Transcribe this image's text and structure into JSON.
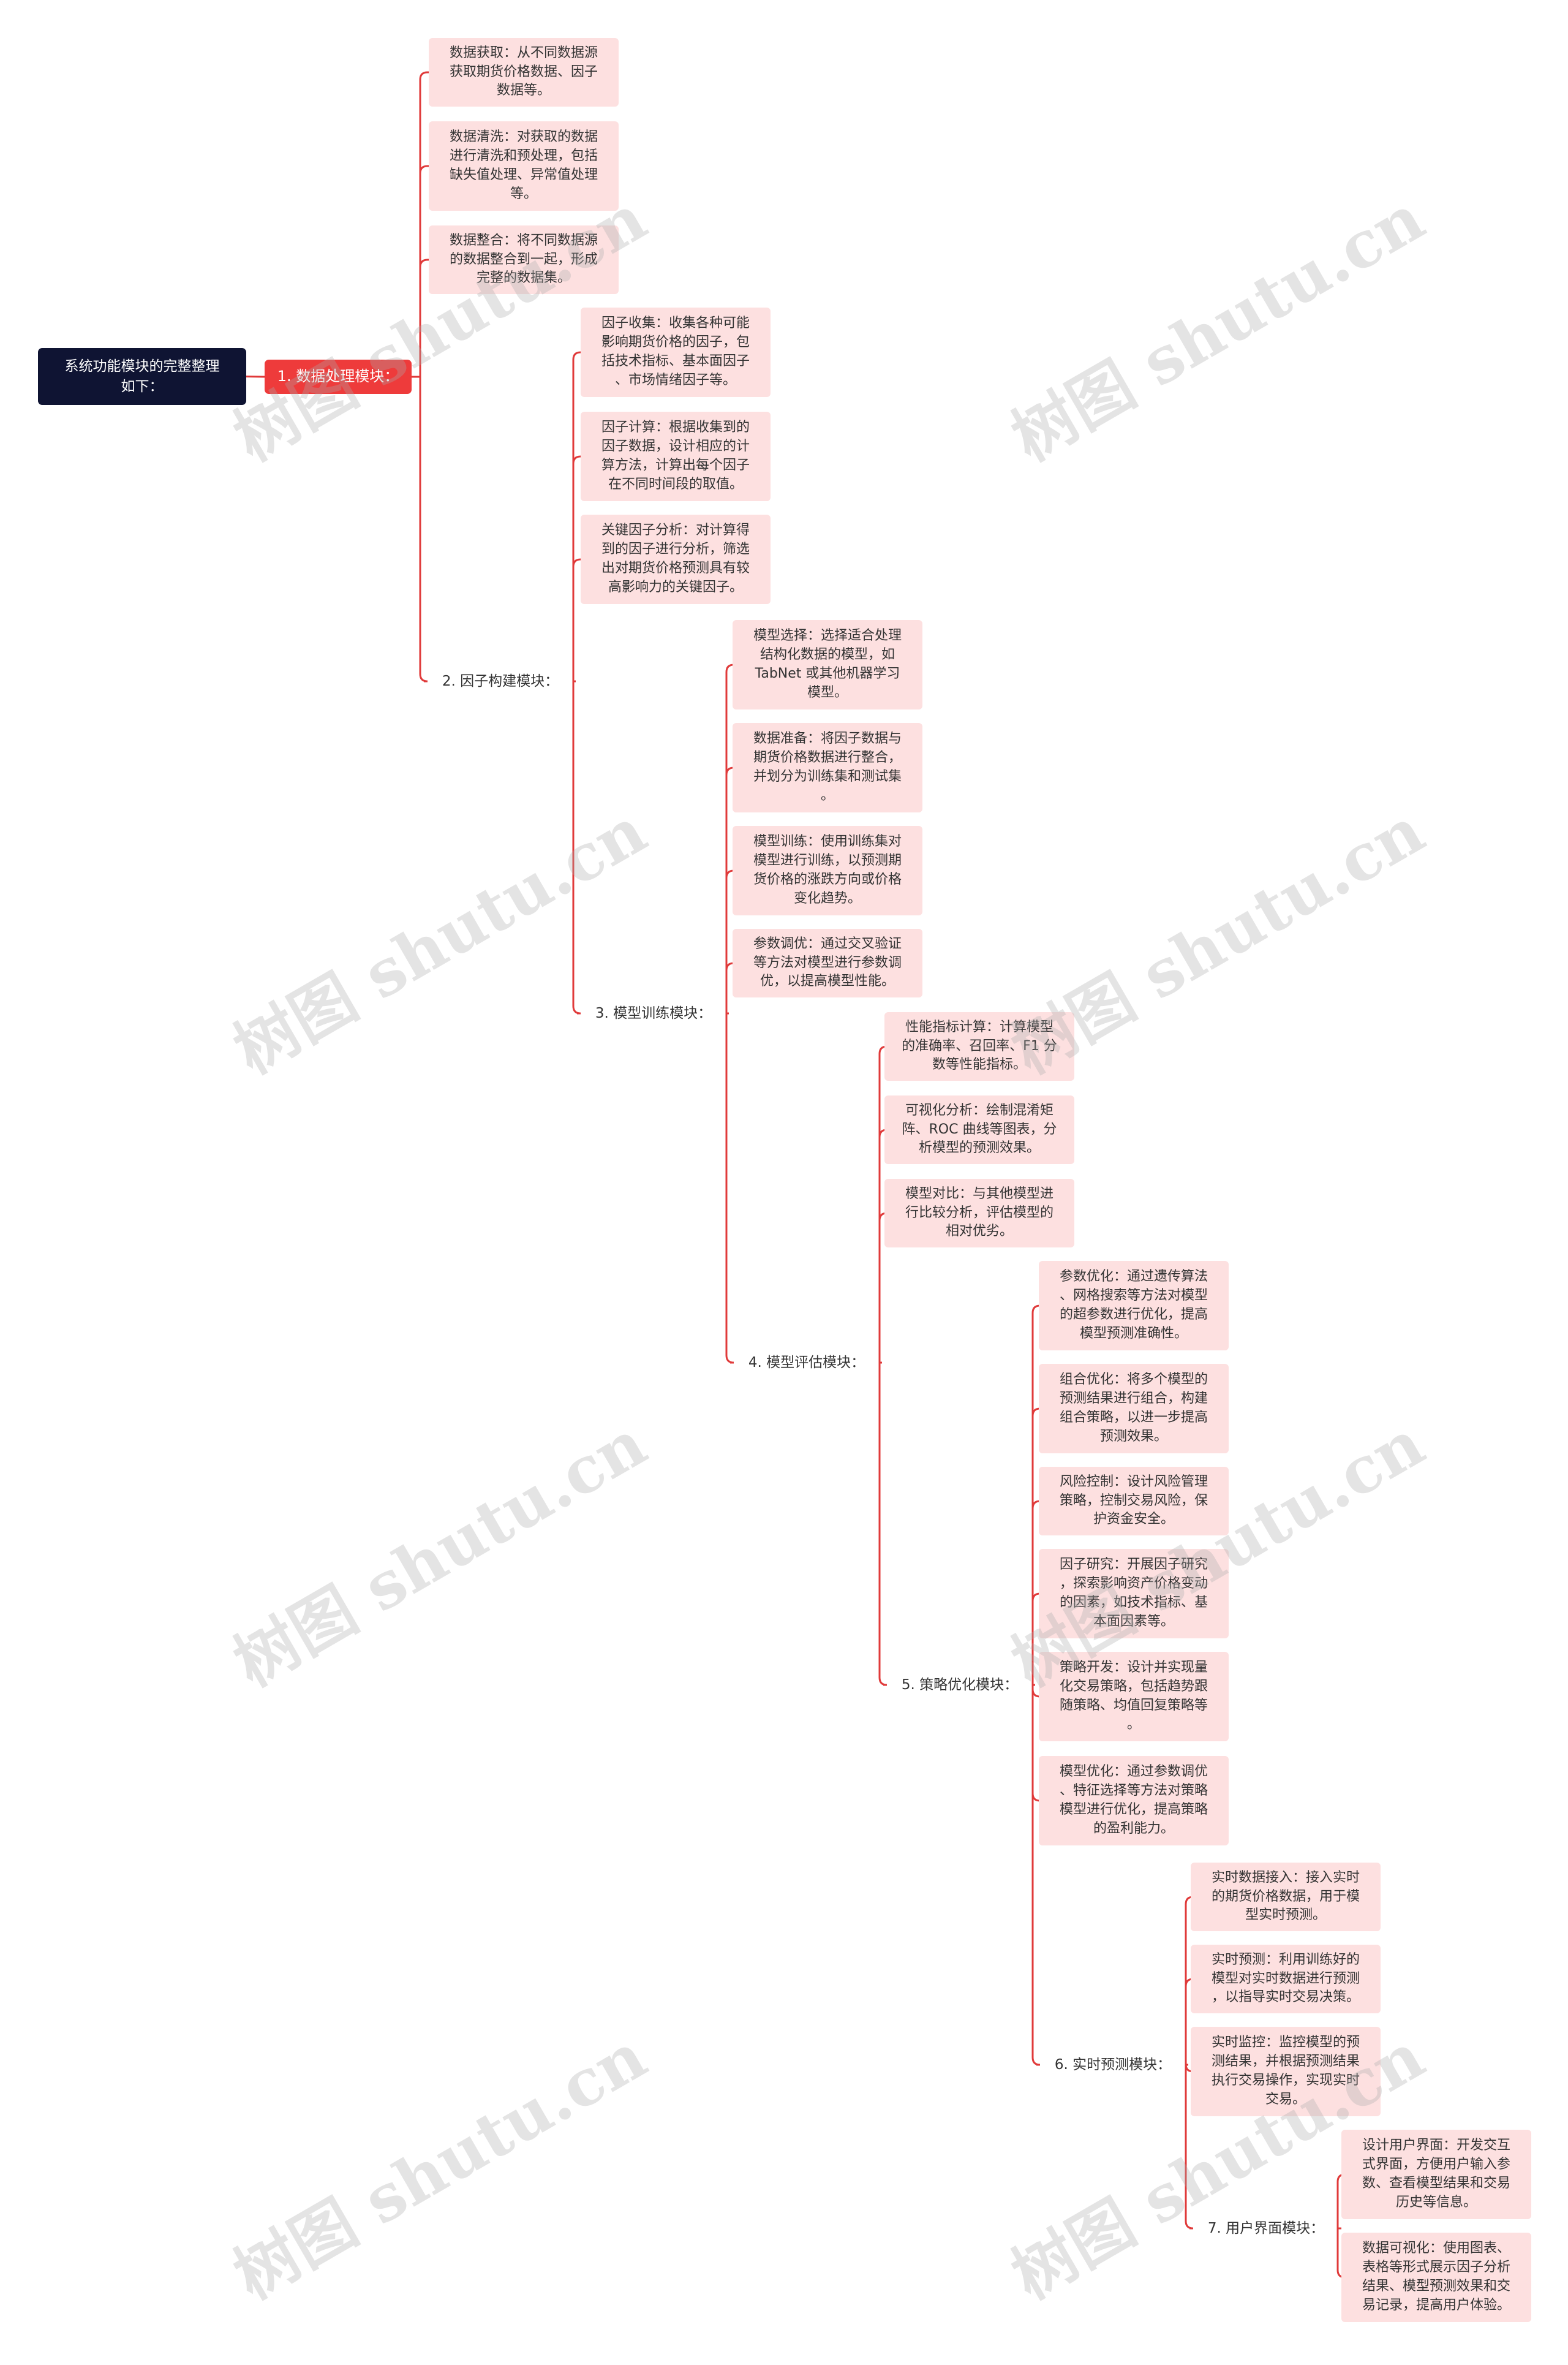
{
  "root": {
    "label": "系统功能模块的完整整理\n如下："
  },
  "accent_colors": {
    "root_bg": "#0f1433",
    "first_topic_bg": "#ee3b3b",
    "leaf_bg": "#fde0e0",
    "line": "#e03a3a"
  },
  "modules": [
    {
      "label": "1. 数据处理模块：",
      "children": [
        {
          "label": "数据获取：从不同数据源\n获取期货价格数据、因子\n数据等。"
        },
        {
          "label": "数据清洗：对获取的数据\n进行清洗和预处理，包括\n缺失值处理、异常值处理\n等。"
        },
        {
          "label": "数据整合：将不同数据源\n的数据整合到一起，形成\n完整的数据集。"
        }
      ]
    },
    {
      "label": "2. 因子构建模块：",
      "children": [
        {
          "label": "因子收集：收集各种可能\n影响期货价格的因子，包\n括技术指标、基本面因子\n、市场情绪因子等。"
        },
        {
          "label": "因子计算：根据收集到的\n因子数据，设计相应的计\n算方法，计算出每个因子\n在不同时间段的取值。"
        },
        {
          "label": "关键因子分析：对计算得\n到的因子进行分析，筛选\n出对期货价格预测具有较\n高影响力的关键因子。"
        }
      ]
    },
    {
      "label": "3. 模型训练模块：",
      "children": [
        {
          "label": "模型选择：选择适合处理\n结构化数据的模型，如\nTabNet 或其他机器学习\n模型。"
        },
        {
          "label": "数据准备：将因子数据与\n期货价格数据进行整合，\n并划分为训练集和测试集\n。"
        },
        {
          "label": "模型训练：使用训练集对\n模型进行训练，以预测期\n货价格的涨跌方向或价格\n变化趋势。"
        },
        {
          "label": "参数调优：通过交叉验证\n等方法对模型进行参数调\n优，以提高模型性能。"
        }
      ]
    },
    {
      "label": "4. 模型评估模块：",
      "children": [
        {
          "label": "性能指标计算：计算模型\n的准确率、召回率、F1 分\n数等性能指标。"
        },
        {
          "label": "可视化分析：绘制混淆矩\n阵、ROC 曲线等图表，分\n析模型的预测效果。"
        },
        {
          "label": "模型对比：与其他模型进\n行比较分析，评估模型的\n相对优劣。"
        }
      ]
    },
    {
      "label": "5. 策略优化模块：",
      "children": [
        {
          "label": "参数优化：通过遗传算法\n、网格搜索等方法对模型\n的超参数进行优化，提高\n模型预测准确性。"
        },
        {
          "label": "组合优化：将多个模型的\n预测结果进行组合，构建\n组合策略，以进一步提高\n预测效果。"
        },
        {
          "label": "风险控制：设计风险管理\n策略，控制交易风险，保\n护资金安全。"
        },
        {
          "label": "因子研究：开展因子研究\n，探索影响资产价格变动\n的因素，如技术指标、基\n本面因素等。"
        },
        {
          "label": "策略开发：设计并实现量\n化交易策略，包括趋势跟\n随策略、均值回复策略等\n。"
        },
        {
          "label": "模型优化：通过参数调优\n、特征选择等方法对策略\n模型进行优化，提高策略\n的盈利能力。"
        }
      ]
    },
    {
      "label": "6. 实时预测模块：",
      "children": [
        {
          "label": "实时数据接入：接入实时\n的期货价格数据，用于模\n型实时预测。"
        },
        {
          "label": "实时预测：利用训练好的\n模型对实时数据进行预测\n，以指导实时交易决策。"
        },
        {
          "label": "实时监控：监控模型的预\n测结果，并根据预测结果\n执行交易操作，实现实时\n交易。"
        }
      ]
    },
    {
      "label": "7. 用户界面模块：",
      "children": [
        {
          "label": "设计用户界面：开发交互\n式界面，方便用户输入参\n数、查看模型结果和交易\n历史等信息。"
        },
        {
          "label": "数据可视化：使用图表、\n表格等形式展示因子分析\n结果、模型预测效果和交\n易记录，提高用户体验。"
        }
      ]
    }
  ],
  "watermark": "树图 shutu.cn"
}
